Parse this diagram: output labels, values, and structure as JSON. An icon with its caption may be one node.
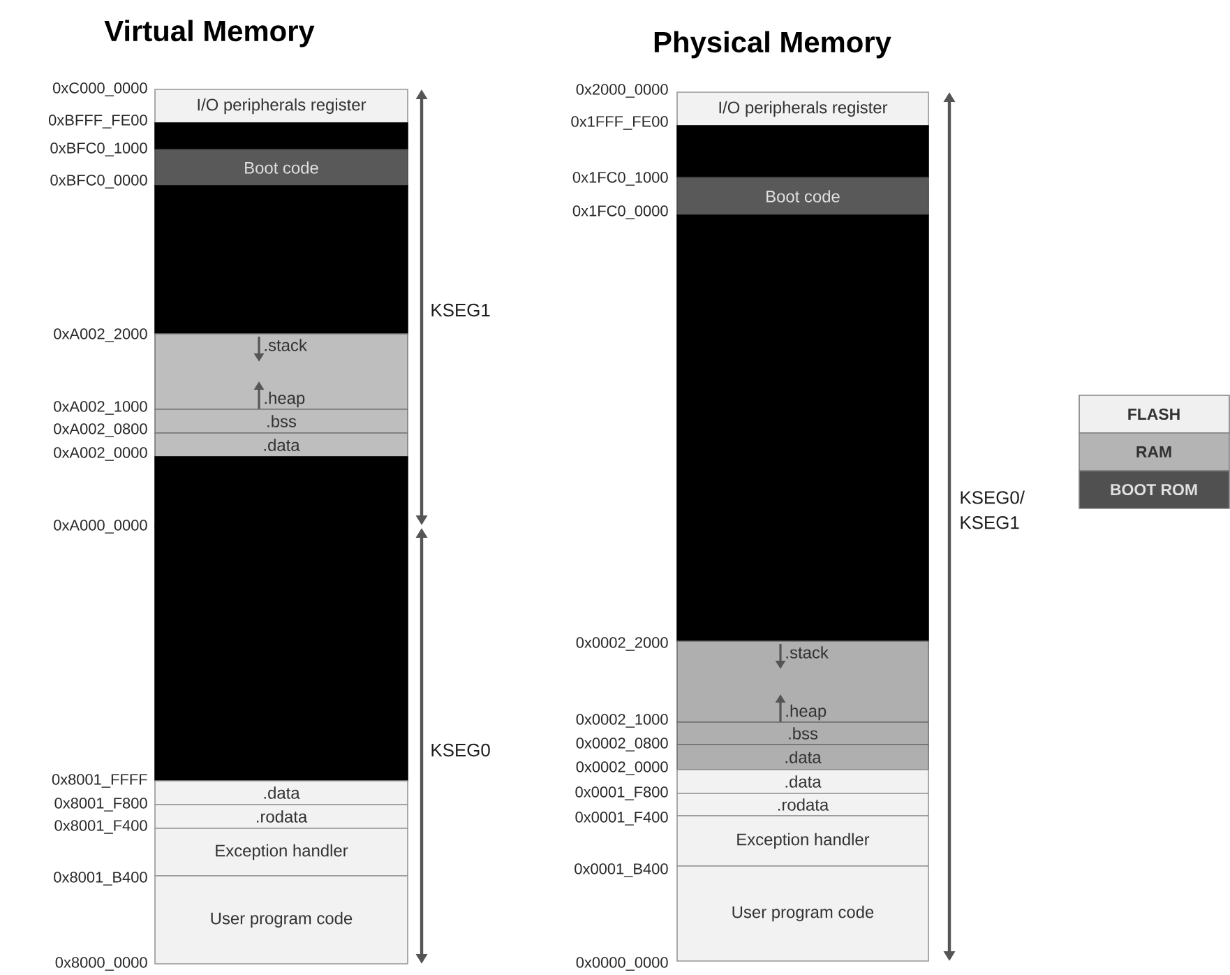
{
  "diagram": {
    "nodes": [
      {
        "text": [
          "I/O peripherals register"
        ]
      },
      {
        "text": [],
        "shape": "box"
      },
      {
        "text": [
          "Boot code"
        ]
      },
      {
        "text": [],
        "shape": "box"
      },
      {
        "text": [
          ".stack",
          ".heap"
        ]
      },
      {
        "text": [
          ".bss"
        ]
      },
      {
        "text": [
          ".data"
        ]
      },
      {
        "text": [],
        "shape": "box"
      },
      {
        "text": [],
        "shape": "box"
      },
      {
        "text": [
          ".data"
        ]
      },
      {
        "text": [
          ".rodata"
        ]
      },
      {
        "text": [
          "Exception handler"
        ]
      },
      {
        "text": [
          "User program code"
        ]
      },
      {
        "text": [
          "I/O peripherals register"
        ]
      },
      {
        "text": [],
        "shape": "box"
      },
      {
        "text": [
          "Boot code"
        ]
      },
      {
        "text": [],
        "shape": "box"
      },
      {
        "text": [
          ".stack",
          ".heap"
        ]
      },
      {
        "text": [
          ".bss"
        ]
      },
      {
        "text": [
          ".data"
        ]
      },
      {
        "text": [
          ".data"
        ]
      },
      {
        "text": [
          ".rodata"
        ]
      },
      {
        "text": [
          "Exception handler"
        ]
      },
      {
        "text": [
          "User program code"
        ]
      }
    ],
    "edges": [],
    "labels": [
      "Virtual Memory",
      "Physical Memory",
      "0xC000_0000",
      "0xBFFF_FE00",
      "0xBFC0_1000",
      "0xBFC0_0000",
      "0xA002_2000",
      "0xA002_1000",
      "0xA002_0800",
      "0xA002_0000",
      "0xA000_0000",
      "0x8001_FFFF",
      "0x8001_F800",
      "0x8001_F400",
      "0x8001_B400",
      "0x8000_0000",
      "0x2000_0000",
      "0x1FFF_FE00",
      "0x1FC0_1000",
      "0x1FC0_0000",
      "0x0002_2000",
      "0x0002_1000",
      "0x0002_0800",
      "0x0002_0000",
      "0x0001_F800",
      "0x0001_F400",
      "0x0001_B400",
      "0x0000_0000",
      "KSEG1",
      "KSEG0",
      "KSEG0/ KSEG1"
    ],
    "legend": [
      {
        "text": "FLASH",
        "color": "#f0f0f0"
      },
      {
        "text": "RAM",
        "color": "#b4b4b4"
      },
      {
        "text": "BOOT ROM",
        "color": "#505050"
      }
    ]
  }
}
